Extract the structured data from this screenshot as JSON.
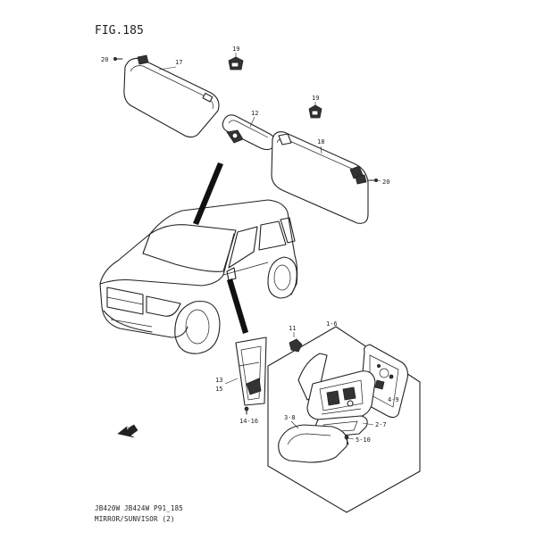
{
  "figure": {
    "title": "FIG.185"
  },
  "callouts": {
    "c20a": "20",
    "c17": "17",
    "c19a": "19",
    "c19b": "19",
    "c12": "12",
    "c18": "18",
    "c20b": "20",
    "c11": "11",
    "c1_6": "1-6",
    "c13": "13",
    "c15": "15",
    "c4_9": "4-9",
    "c14_16": "14-16",
    "c3_8": "3-8",
    "c2_7": "2-7",
    "c5_10": "5-10"
  },
  "footer": {
    "line1": "JB420W JB424W P91_185",
    "line2": "MIRROR/SUNVISOR (2)"
  }
}
